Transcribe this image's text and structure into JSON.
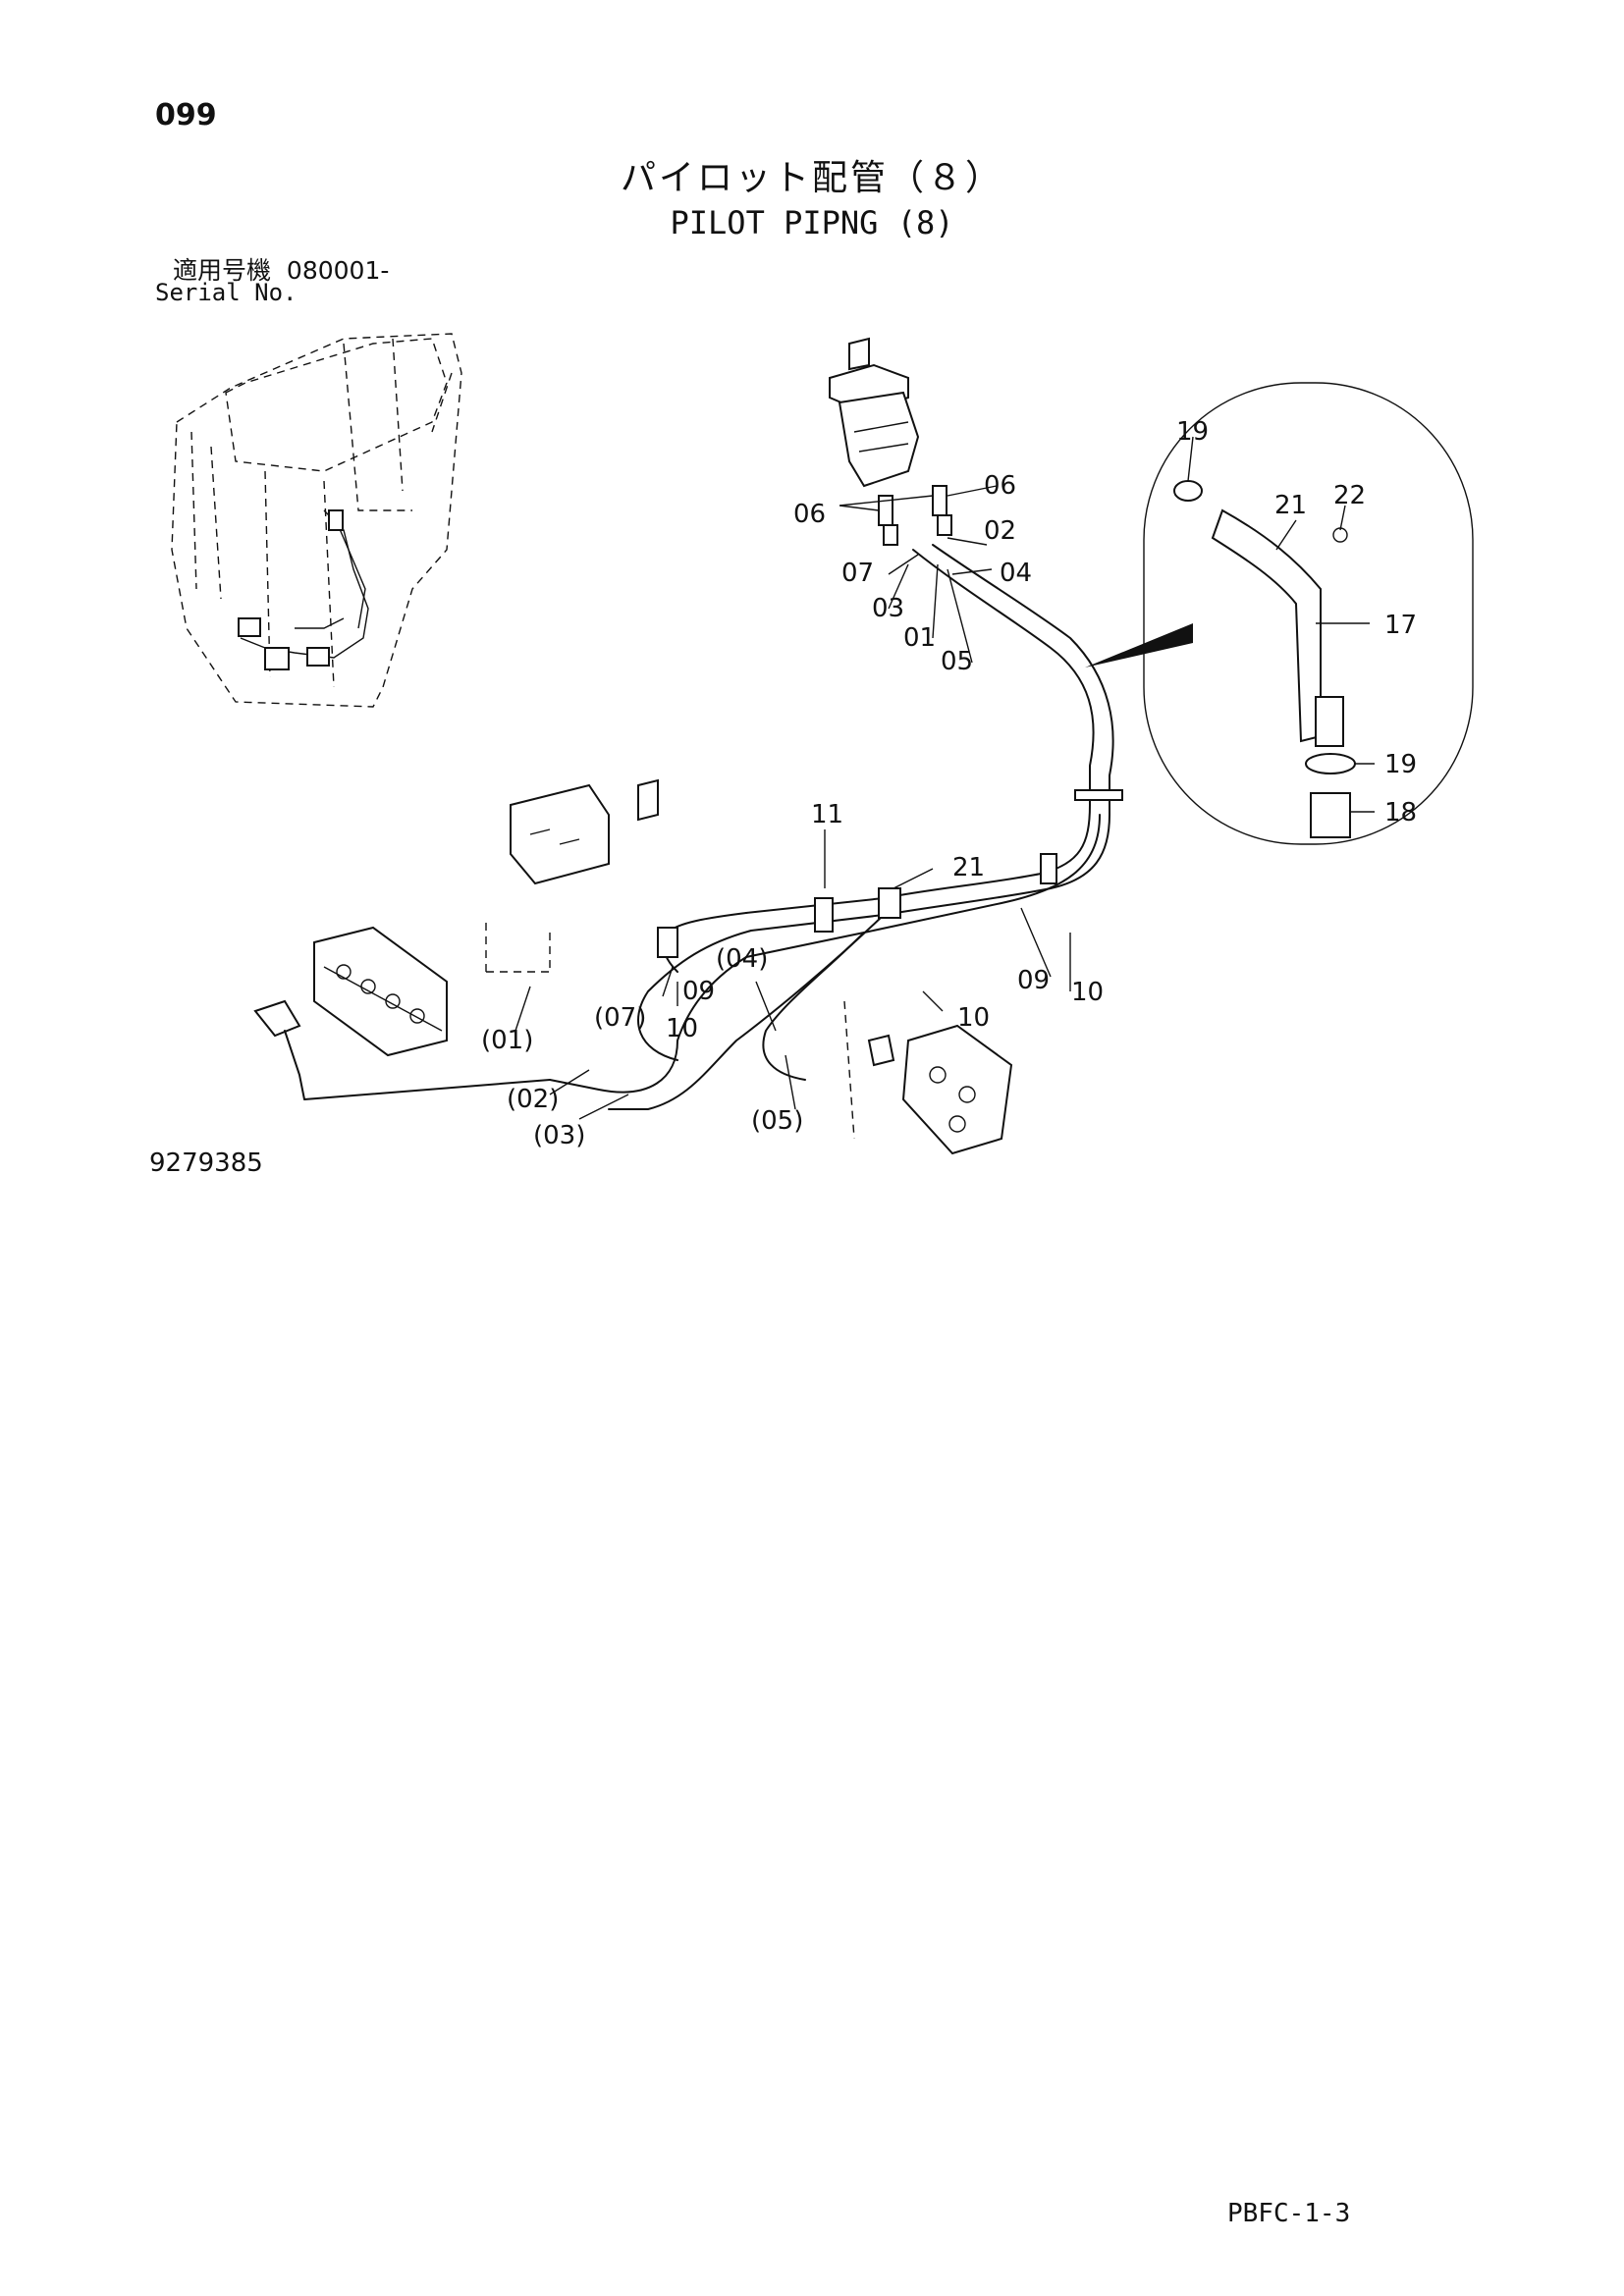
{
  "header": {
    "page_number": "099",
    "title_jp": "パイロット配管（８）",
    "title_en": "PILOT PIPNG (8)"
  },
  "serial": {
    "label_jp": "適用号機",
    "value": "080001-",
    "label_en": "Serial No."
  },
  "figure_number": "9279385",
  "footer_code": "PBFC-1-3",
  "callouts": {
    "c06a": "06",
    "c06b": "06",
    "c02": "02",
    "c07": "07",
    "c04": "04",
    "c03": "03",
    "c01": "01",
    "c05": "05",
    "c19a": "19",
    "c21a": "21",
    "c22": "22",
    "c17": "17",
    "c19b": "19",
    "c18": "18",
    "c11": "11",
    "c21b": "21",
    "c09a": "09",
    "c09b": "09",
    "c10a": "10",
    "c10b": "10",
    "c10c": "10",
    "p04": "(04)",
    "p01": "(01)",
    "p07": "(07)",
    "p02": "(02)",
    "p03": "(03)",
    "p05": "(05)"
  }
}
